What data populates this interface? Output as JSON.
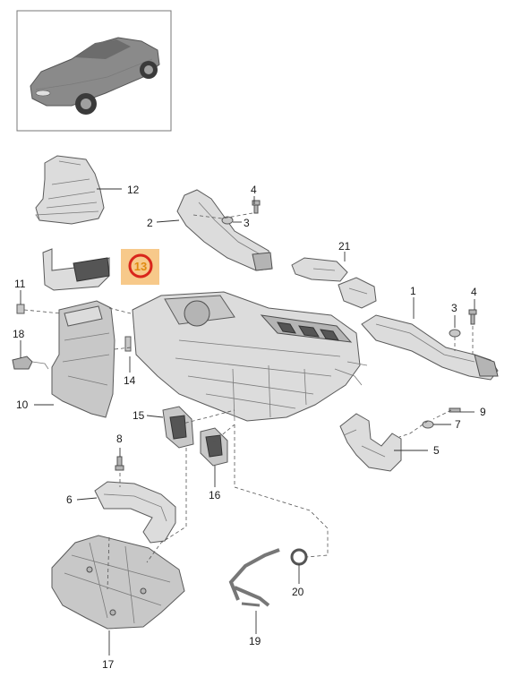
{
  "callouts": {
    "c1": "1",
    "c2": "2",
    "c3a": "3",
    "c3b": "3",
    "c4a": "4",
    "c4b": "4",
    "c5": "5",
    "c6": "6",
    "c7": "7",
    "c8": "8",
    "c9": "9",
    "c10": "10",
    "c11": "11",
    "c12": "12",
    "c13": "13",
    "c14": "14",
    "c15": "15",
    "c16": "16",
    "c17": "17",
    "c18": "18",
    "c19": "19",
    "c20": "20",
    "c21": "21"
  },
  "highlight": {
    "part": "13",
    "box_color": "#f7c98a",
    "ring_color": "#d9261c"
  }
}
